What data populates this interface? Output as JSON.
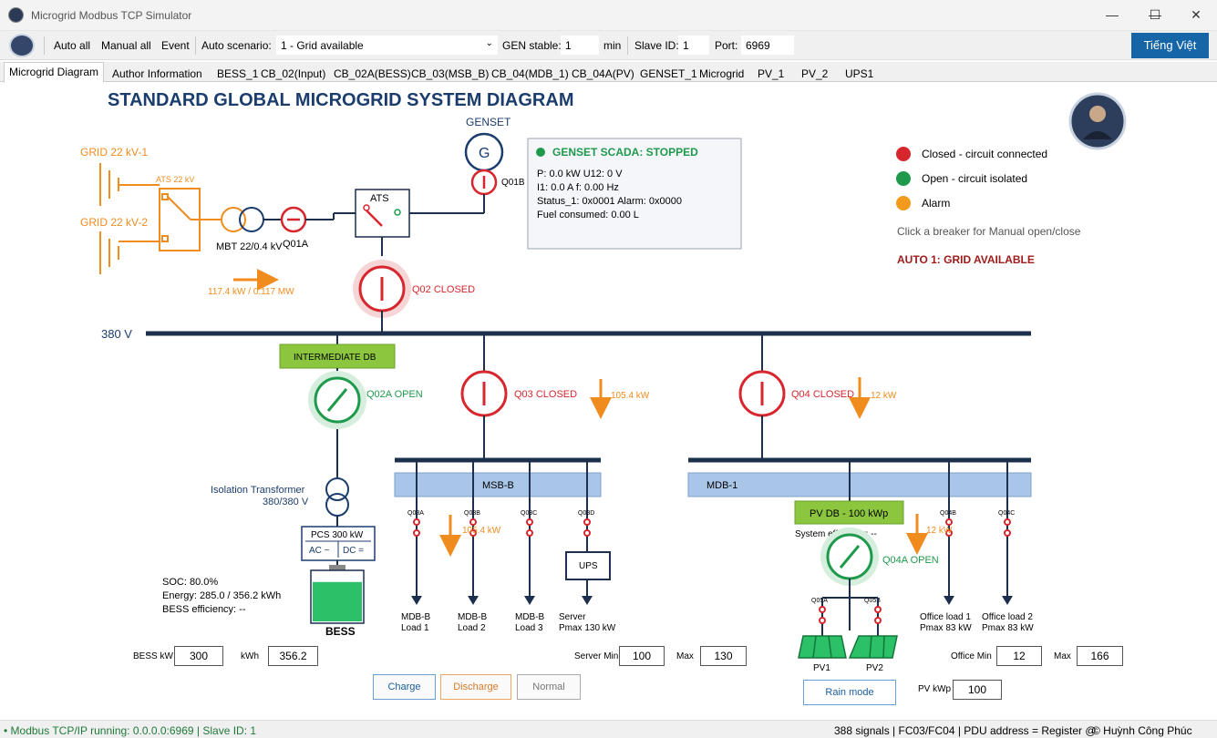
{
  "window": {
    "title": "Microgrid Modbus TCP Simulator",
    "minimize": "—",
    "maximize": "☐",
    "close": "✕"
  },
  "toolbar": {
    "auto_all": "Auto all",
    "manual_all": "Manual all",
    "event": "Event",
    "auto_scenario_label": "Auto scenario:",
    "auto_scenario_value": "1 - Grid available",
    "gen_stable_label": "GEN stable:",
    "gen_stable_value": "1",
    "gen_stable_unit": "min",
    "slave_id_label": "Slave ID:",
    "slave_id_value": "1",
    "port_label": "Port:",
    "port_value": "6969",
    "language_button": "Tiếng Việt"
  },
  "tabs": [
    "Microgrid Diagram",
    "Author Information",
    "BESS_1",
    "CB_02(Input)",
    "CB_02A(BESS)",
    "CB_03(MSB_B)",
    "CB_04(MDB_1)",
    "CB_04A(PV)",
    "GENSET_1",
    "Microgrid",
    "PV_1",
    "PV_2",
    "UPS1"
  ],
  "diagram": {
    "title": "STANDARD GLOBAL MICROGRID SYSTEM DIAGRAM",
    "grid1": "GRID 22 kV-1",
    "grid2": "GRID 22 kV-2",
    "ats22": "ATS 22 kV",
    "mbt": "MBT 22/0.4 kV",
    "q01a": "Q01A",
    "grid_flow": "117.4 kW / 0.117 MW",
    "genset": "GENSET",
    "gen_symbol": "G",
    "q01b": "Q01B",
    "ats": "ATS",
    "genset_panel": {
      "status": "GENSET SCADA: STOPPED",
      "line1": "P: 0.0 kW     U12: 0 V",
      "line2": "I1: 0.0 A        f: 0.00 Hz",
      "line3": "Status_1: 0x0001    Alarm: 0x0000",
      "line4": "Fuel consumed: 0.00 L"
    },
    "legend": {
      "closed": "Closed - circuit connected",
      "open": "Open - circuit isolated",
      "alarm": "Alarm",
      "hint": "Click a breaker for Manual open/close",
      "auto_status": "AUTO 1: GRID AVAILABLE"
    },
    "q02": "Q02  CLOSED",
    "bus_voltage": "380 V",
    "intermediate_db": "INTERMEDIATE DB",
    "q02a": "Q02A  OPEN",
    "q03": "Q03  CLOSED",
    "q03_flow": "105.4 kW",
    "q04": "Q04  CLOSED",
    "q04_flow": "12 kW",
    "isolation_tx_1": "Isolation Transformer",
    "isolation_tx_2": "380/380 V",
    "pcs": "PCS 300 kW",
    "pcs_ac": "AC ~",
    "pcs_dc": "DC =",
    "bess": "BESS",
    "bess_fill": 0.8,
    "soc": "SOC: 80.0%",
    "energy": "Energy: 285.0 / 356.2 kWh",
    "bess_eff": "BESS efficiency: --",
    "msb_b": "MSB-B",
    "mdb_1": "MDB-1",
    "q03a": "Q03A",
    "q03b": "Q03B",
    "q03c": "Q03C",
    "q03d": "Q03D",
    "q03b_flow": "105.4 kW",
    "ups": "UPS",
    "load1_a": "MDB-B",
    "load1_b": "Load 1",
    "load2_a": "MDB-B",
    "load2_b": "Load 2",
    "load3_a": "MDB-B",
    "load3_b": "Load 3",
    "server_a": "Server",
    "server_b": "Pmax 130 kW",
    "pv_db": "PV DB - 100 kWp",
    "sys_eff": "System efficiency: --",
    "q04a": "Q04A  OPEN",
    "q04b": "Q04B",
    "q04c": "Q04C",
    "q04b_flow": "12 kW",
    "q05a": "Q05A",
    "q05b": "Q05B",
    "pv1": "PV1",
    "pv2": "PV2",
    "office1_a": "Office load 1",
    "office1_b": "Pmax 83 kW",
    "office2_a": "Office load 2",
    "office2_b": "Pmax 83 kW"
  },
  "controls": {
    "bess_kw_label": "BESS kW",
    "bess_kw": "300",
    "kwh_label": "kWh",
    "kwh": "356.2",
    "charge": "Charge",
    "discharge": "Discharge",
    "normal": "Normal",
    "server_min_label": "Server Min",
    "server_min": "100",
    "max_label": "Max",
    "server_max": "130",
    "rain_mode": "Rain mode",
    "office_min_label": "Office Min",
    "office_min": "12",
    "office_max_label": "Max",
    "office_max": "166",
    "pv_kwp_label": "PV kWp",
    "pv_kwp": "100"
  },
  "status": {
    "left": "• Modbus TCP/IP running: 0.0.0.0:6969 | Slave ID: 1",
    "right": "388 signals | FC03/FC04 | PDU address = Register @",
    "author": "© Huỳnh Công Phúc"
  },
  "colors": {
    "closed": "#d7262e",
    "open": "#1f9a4c",
    "alarm": "#f39a1d",
    "grid": "#f08c1e",
    "navy": "#1b3d6e",
    "bus": "#1c2f4d"
  }
}
